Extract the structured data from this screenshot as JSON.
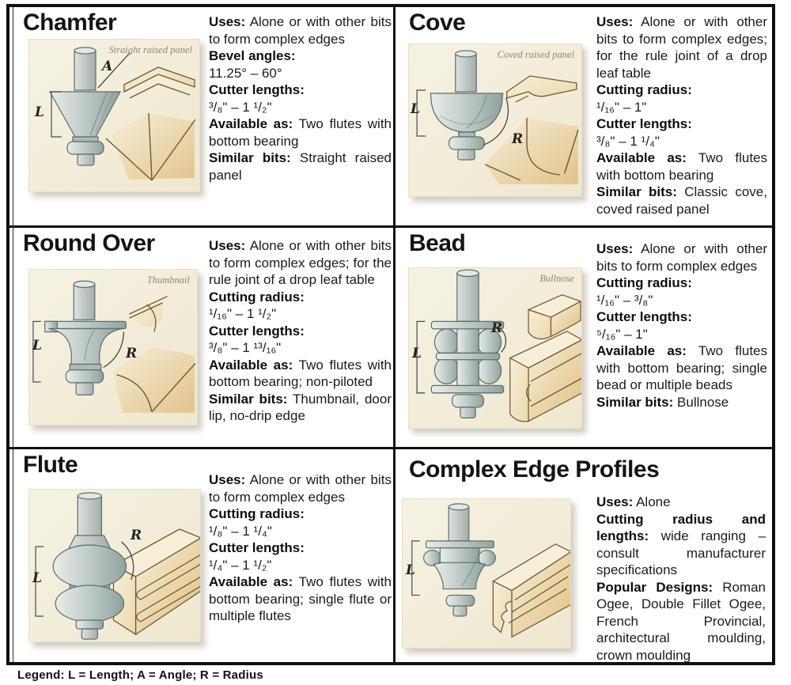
{
  "legend": {
    "text": "Legend: L = Length; A = Angle; R = Radius"
  },
  "colors": {
    "frame": "#0f0f0f",
    "panel_background": "#f2eeda",
    "metal": "#bcc9c6",
    "wood": "#e9d4a2",
    "caption_text": "#8d8874"
  },
  "cells": [
    {
      "id": "chamfer",
      "title": "Chamfer",
      "image_label": "Straight raised panel",
      "annotations": {
        "angle": "A",
        "length": "L"
      },
      "specs": [
        {
          "b": "Uses:",
          "t": "Alone or with other bits to form complex edges"
        },
        {
          "b": "Bevel angles:",
          "t": ""
        },
        {
          "b": "",
          "t": "11.25° – 60°"
        },
        {
          "b": "Cutter lengths:",
          "t": ""
        },
        {
          "b": "",
          "t": "³/₈\" – 1 ¹/₂\""
        },
        {
          "b": "Available as:",
          "t": "Two flutes with bottom bearing"
        },
        {
          "b": "Similar bits:",
          "t": "Straight raised panel"
        }
      ]
    },
    {
      "id": "cove",
      "title": "Cove",
      "image_label": "Coved raised panel",
      "annotations": {
        "length": "L",
        "radius": "R"
      },
      "specs": [
        {
          "b": "Uses:",
          "t": "Alone or with other bits to form complex edges; for the rule joint of a drop leaf table"
        },
        {
          "b": "Cutting radius:",
          "t": ""
        },
        {
          "b": "",
          "t": "¹/₁₆\" – 1\""
        },
        {
          "b": "Cutter lengths:",
          "t": ""
        },
        {
          "b": "",
          "t": "³/₈\" – 1 ¹/₄\""
        },
        {
          "b": "Available as:",
          "t": "Two flutes with bottom bearing"
        },
        {
          "b": "Similar bits:",
          "t": "Classic cove, coved raised panel"
        }
      ]
    },
    {
      "id": "round-over",
      "title": "Round Over",
      "image_label": "Thumbnail",
      "annotations": {
        "length": "L",
        "radius": "R"
      },
      "specs": [
        {
          "b": "Uses:",
          "t": "Alone or with other bits to form complex edges; for the rule joint of a drop leaf table"
        },
        {
          "b": "Cutting radius:",
          "t": ""
        },
        {
          "b": "",
          "t": "¹/₁₆\" – 1 ¹/₂\""
        },
        {
          "b": "Cutter lengths:",
          "t": ""
        },
        {
          "b": "",
          "t": "³/₈\" – 1 ¹³/₁₆\""
        },
        {
          "b": "Available as:",
          "t": "Two flutes with bottom bearing; non-piloted"
        },
        {
          "b": "Similar bits:",
          "t": "Thumbnail, door lip, no-drip edge"
        }
      ]
    },
    {
      "id": "bead",
      "title": "Bead",
      "image_label": "Bullnose",
      "annotations": {
        "length": "L",
        "radius": "R"
      },
      "specs": [
        {
          "b": "Uses:",
          "t": "Alone or with other bits to form complex edges"
        },
        {
          "b": "Cutting radius:",
          "t": ""
        },
        {
          "b": "",
          "t": "¹/₁₆\" – ³/₈\""
        },
        {
          "b": "Cutter lengths:",
          "t": ""
        },
        {
          "b": "",
          "t": "⁵/₁₆\" – 1\""
        },
        {
          "b": "Available as:",
          "t": "Two flutes with bottom bearing; single bead or multiple beads"
        },
        {
          "b": "Similar bits:",
          "t": "Bullnose"
        }
      ]
    },
    {
      "id": "flute",
      "title": "Flute",
      "annotations": {
        "length": "L",
        "radius": "R"
      },
      "specs": [
        {
          "b": "Uses:",
          "t": "Alone or with other bits to form complex edges"
        },
        {
          "b": "Cutting radius:",
          "t": ""
        },
        {
          "b": "",
          "t": "¹/₈\" – 1 ¹/₄\""
        },
        {
          "b": "Cutter lengths:",
          "t": ""
        },
        {
          "b": "",
          "t": "¹/₄\" – 1 ¹/₂\""
        },
        {
          "b": "Available as:",
          "t": "Two flutes with bottom bearing; single flute or multiple flutes"
        }
      ]
    },
    {
      "id": "complex-edge-profiles",
      "title": "Complex Edge Profiles",
      "annotations": {
        "length": "L"
      },
      "specs": [
        {
          "b": "Uses:",
          "t": "Alone"
        },
        {
          "b": "Cutting radius and lengths:",
          "t": "wide ranging – consult manufacturer specifications"
        },
        {
          "b": "Popular Designs:",
          "t": "Roman Ogee, Double Fillet Ogee, French Provincial, architectural moulding, crown moulding"
        }
      ]
    }
  ]
}
